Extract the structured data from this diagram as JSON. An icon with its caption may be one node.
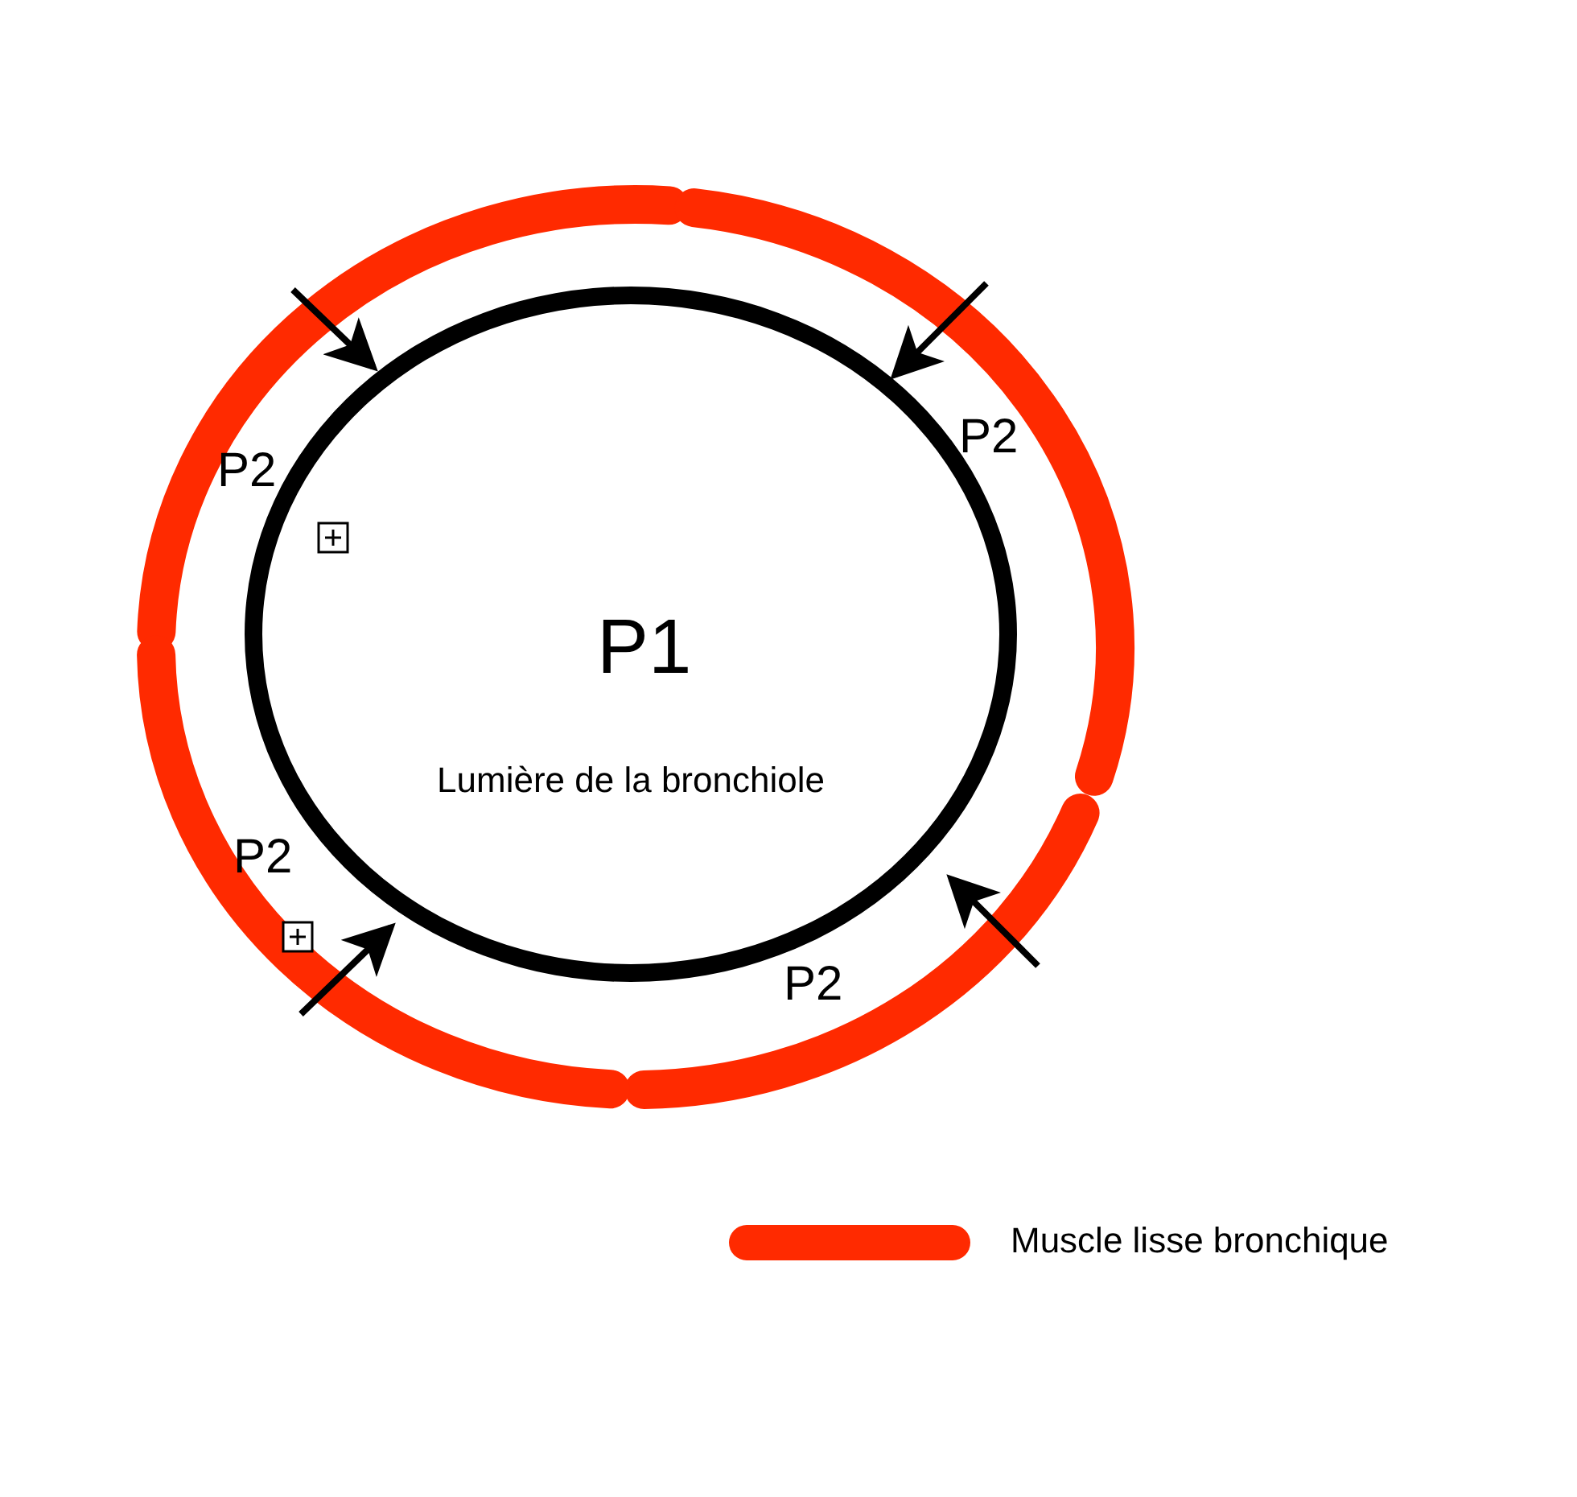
{
  "diagram": {
    "nodes": [
      {
        "text": [
          "P1",
          "Lumière de la bronchiole"
        ]
      }
    ],
    "labels": [
      "P2",
      "P2",
      "P2",
      "P2"
    ],
    "legend": [
      {
        "text": "Muscle lisse bronchique",
        "color": "#ff2a00"
      }
    ]
  }
}
